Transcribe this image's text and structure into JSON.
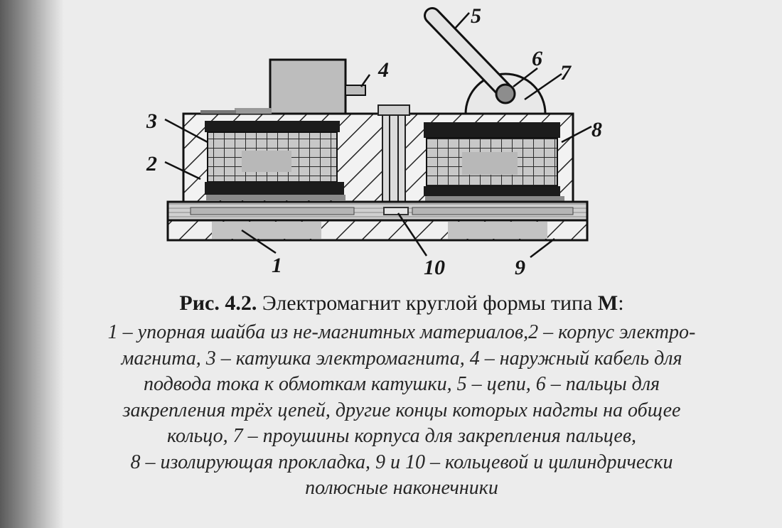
{
  "diagram": {
    "labels": {
      "n1": "1",
      "n2": "2",
      "n3": "3",
      "n4": "4",
      "n5": "5",
      "n6": "6",
      "n7": "7",
      "n8": "8",
      "n9": "9",
      "n10": "10"
    }
  },
  "caption": {
    "fig_number": "Рис. 4.2.",
    "title_text": "Электромагнит круглой формы типа",
    "title_type": "М",
    "title_end": ":",
    "lines": [
      "1 – упорная шайба из не-магнитных материалов,2 – корпус электро-",
      "магнита, 3 – катушка электромагнита, 4 – наружный кабель для",
      "подвода тока к обмоткам катушки, 5 – цепи, 6 – пальцы для",
      "закрепления трёх цепей, другие концы которых надгты на общее",
      "кольцо, 7 – проушины корпуса для закрепления пальцев,",
      "8 – изолирующая прокладка, 9 и 10 – кольцевой и цилиндрически",
      "полюсные наконечники"
    ]
  }
}
